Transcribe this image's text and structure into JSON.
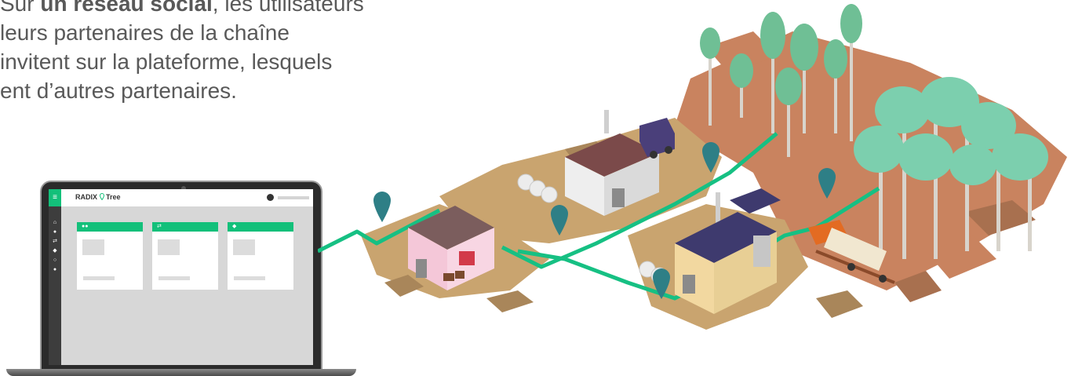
{
  "description": {
    "line1_prefix": "Sur ",
    "line1_bold": "un réseau social",
    "line1_suffix": ", les utilisateurs",
    "line2": "leurs partenaires de la chaîne",
    "line3": "invitent sur la plateforme, lesquels",
    "line4": "ent d’autres partenaires."
  },
  "app": {
    "brand_left": "RADIX",
    "brand_icon": "pin-icon",
    "brand_right": "Tree",
    "menu_icon": "hamburger-icon",
    "nav_icons": [
      "home-icon",
      "users-icon",
      "shuffle-icon",
      "tag-icon",
      "settings-icon",
      "help-icon"
    ],
    "cards": [
      {
        "header_icon": "users-icon"
      },
      {
        "header_icon": "shuffle-icon"
      },
      {
        "header_icon": "tag-icon"
      }
    ]
  },
  "colors": {
    "accent_green": "#13c07a",
    "route_green": "#16c083",
    "pin_teal": "#2e7f86",
    "soil_brown": "#c9835f",
    "soil_tan": "#c9a46f",
    "tree_green": "#6fbf95",
    "text_gray": "#595959"
  }
}
